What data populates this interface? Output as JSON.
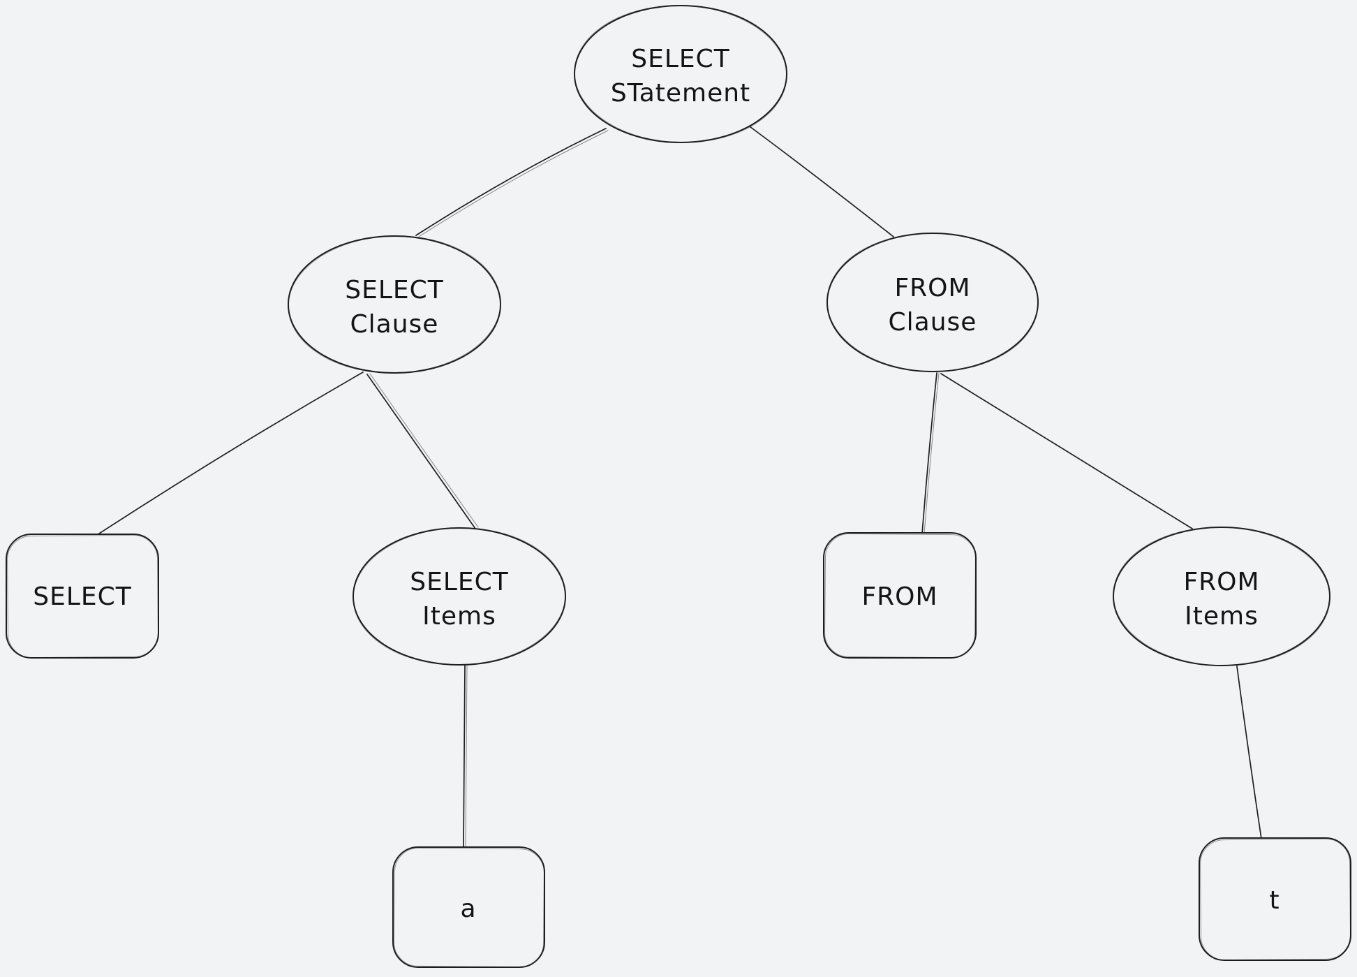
{
  "canvas": {
    "background_color": "#f2f3f5",
    "stroke_color": "#1e1e1e",
    "style": "hand-drawn-sketch"
  },
  "diagram": {
    "kind": "tree",
    "nodes": {
      "select_statement": {
        "shape": "ellipse",
        "label": "SELECT STatement",
        "line1": "SELECT",
        "line2": "STatement"
      },
      "select_clause": {
        "shape": "ellipse",
        "label": "SELECT Clause",
        "line1": "SELECT",
        "line2": "Clause"
      },
      "from_clause": {
        "shape": "ellipse",
        "label": "FROM Clause",
        "line1": "FROM",
        "line2": "Clause"
      },
      "select_keyword": {
        "shape": "rounded-rectangle",
        "label": "SELECT"
      },
      "select_items": {
        "shape": "ellipse",
        "label": "SELECT Items",
        "line1": "SELECT",
        "line2": "Items"
      },
      "from_keyword": {
        "shape": "rounded-rectangle",
        "label": "FROM"
      },
      "from_items": {
        "shape": "ellipse",
        "label": "FROM Items",
        "line1": "FROM",
        "line2": "Items"
      },
      "select_item_value": {
        "shape": "rounded-rectangle",
        "label": "a"
      },
      "from_item_value": {
        "shape": "rounded-rectangle",
        "label": "t"
      }
    },
    "edges": [
      {
        "from": "select_statement",
        "to": "select_clause"
      },
      {
        "from": "select_statement",
        "to": "from_clause"
      },
      {
        "from": "select_clause",
        "to": "select_keyword"
      },
      {
        "from": "select_clause",
        "to": "select_items"
      },
      {
        "from": "from_clause",
        "to": "from_keyword"
      },
      {
        "from": "from_clause",
        "to": "from_items"
      },
      {
        "from": "select_items",
        "to": "select_item_value"
      },
      {
        "from": "from_items",
        "to": "from_item_value"
      }
    ]
  }
}
